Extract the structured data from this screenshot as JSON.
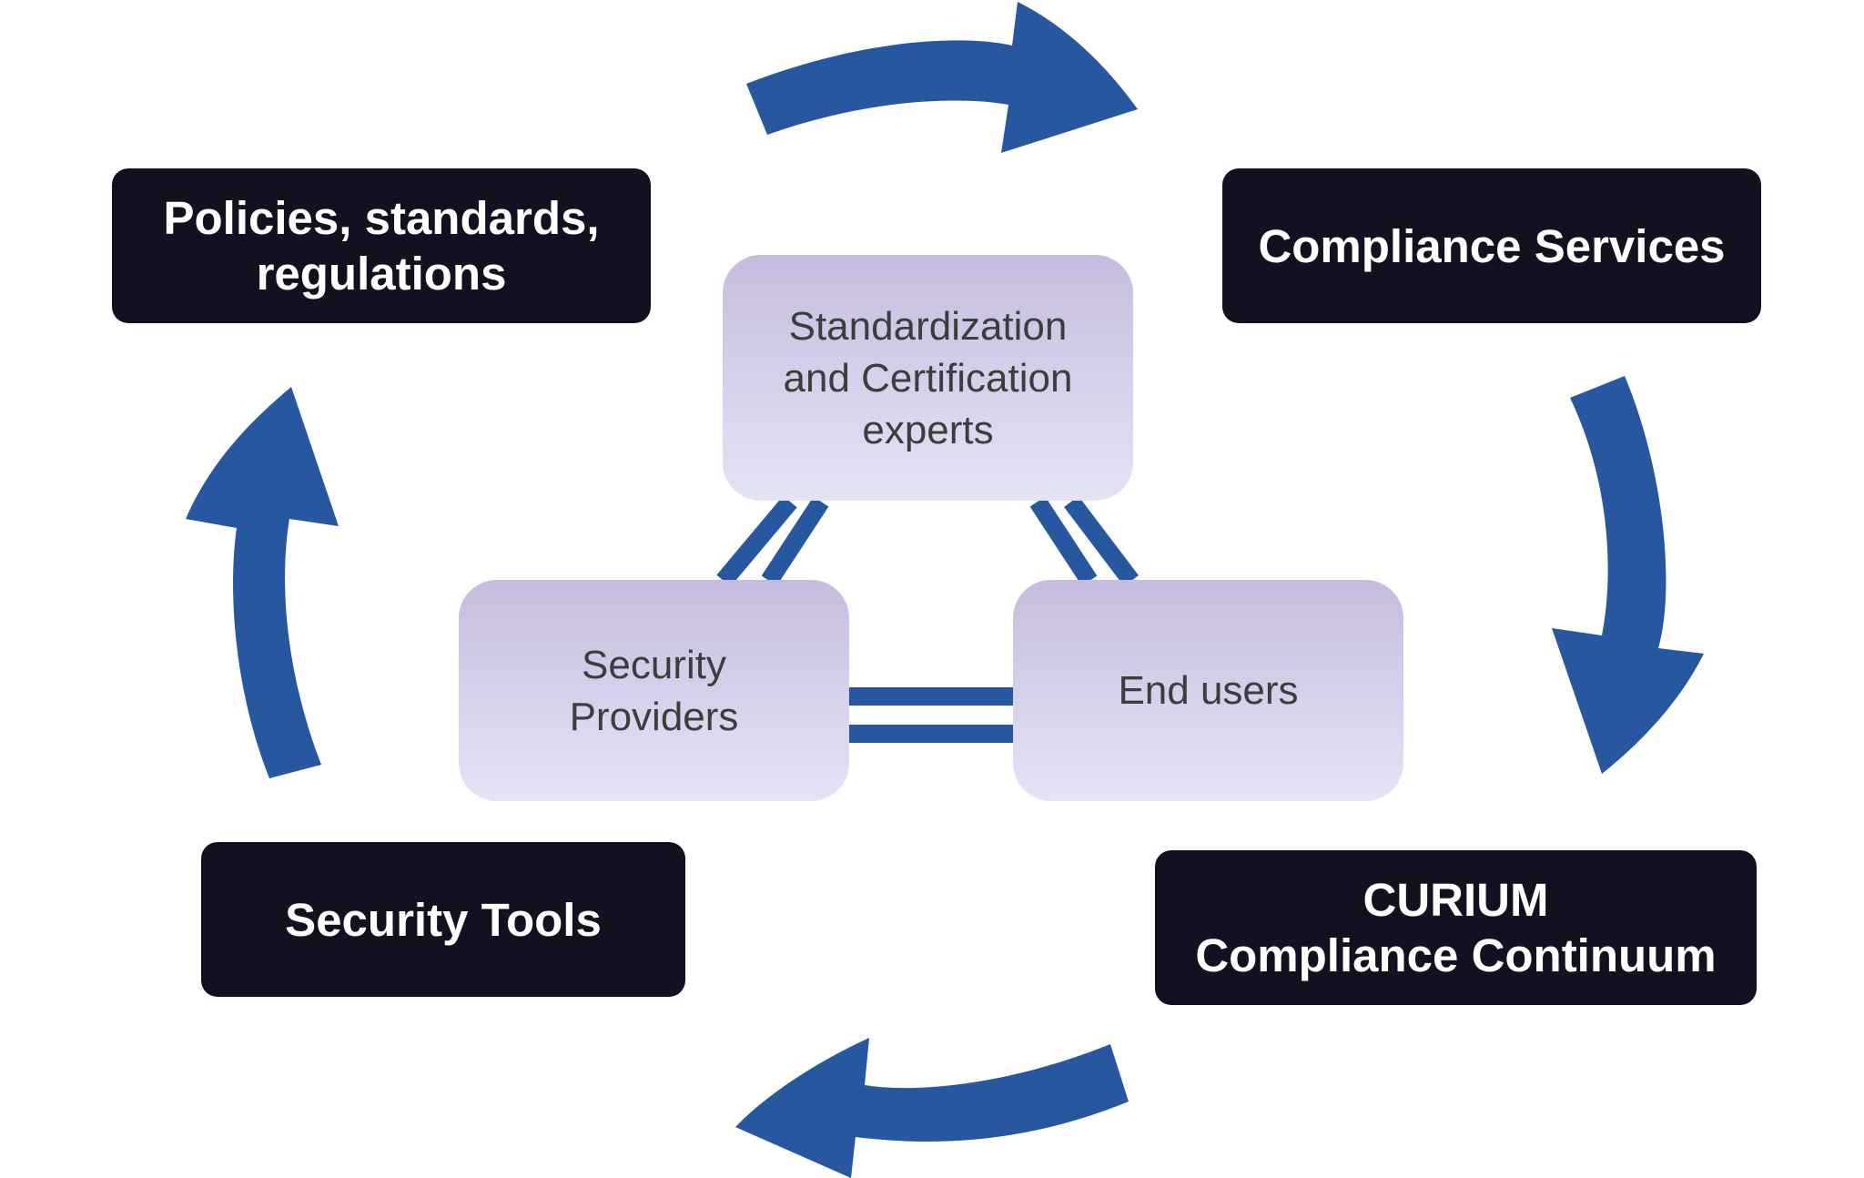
{
  "colors": {
    "arrow_blue": "#27589f",
    "dark_box": "#13111f",
    "light_box_top": "#c6bcde",
    "light_box_bottom": "#e4e4f6",
    "dark_box_text": "#ffffff",
    "light_box_text": "#3d3d3d"
  },
  "outer_boxes": {
    "policies": {
      "lines": [
        "Policies, standards,",
        "regulations"
      ]
    },
    "compliance_services": {
      "lines": [
        "Compliance Services"
      ]
    },
    "curium": {
      "lines": [
        "CURIUM",
        "Compliance Continuum"
      ]
    },
    "security_tools": {
      "lines": [
        "Security Tools"
      ]
    }
  },
  "inner_boxes": {
    "experts": {
      "lines": [
        "Standardization",
        "and Certification",
        "experts"
      ]
    },
    "providers": {
      "lines": [
        "Security",
        "Providers"
      ]
    },
    "end_users": {
      "lines": [
        "End users"
      ]
    }
  },
  "cycle_arrows": [
    "arrow-top",
    "arrow-right",
    "arrow-bottom",
    "arrow-left"
  ]
}
